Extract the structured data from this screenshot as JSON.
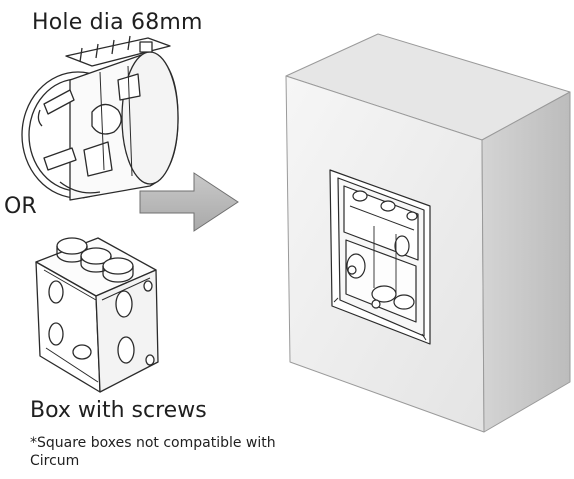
{
  "labels": {
    "hole": "Hole dia 68mm",
    "or": "OR",
    "box": "Box with screws",
    "note_line1": "*Square boxes not compatible with",
    "note_line2": "Circum"
  },
  "colors": {
    "line": "#2b2b2b",
    "arrow_fill": "#b7b7b7",
    "cube_front": "#eeeeee",
    "cube_top": "#e2e2e2",
    "cube_side": "#c6c6c6"
  }
}
